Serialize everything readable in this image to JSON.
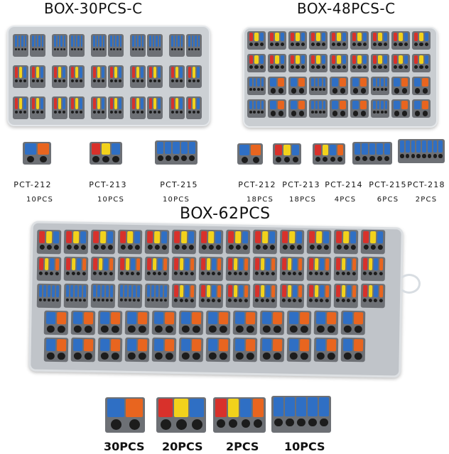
{
  "titles": {
    "box30": "BOX-30PCS-C",
    "box48": "BOX-48PCS-C",
    "box62": "BOX-62PCS"
  },
  "box30_items": [
    {
      "model": "PCT-212",
      "qty": "10PCS"
    },
    {
      "model": "PCT-213",
      "qty": "10PCS"
    },
    {
      "model": "PCT-215",
      "qty": "10PCS"
    }
  ],
  "box48_items": [
    {
      "model": "PCT-212",
      "qty": "18PCS"
    },
    {
      "model": "PCT-213",
      "qty": "18PCS"
    },
    {
      "model": "PCT-214",
      "qty": "4PCS"
    },
    {
      "model": "PCT-215",
      "qty": "6PCS"
    },
    {
      "model": "PCT-218",
      "qty": "2PCS"
    }
  ],
  "box62_items": [
    {
      "qty": "30PCS"
    },
    {
      "qty": "20PCS"
    },
    {
      "qty": "2PCS"
    },
    {
      "qty": "10PCS"
    }
  ],
  "colors": {
    "lever_blue": "#2f6fc4",
    "lever_orange": "#e8651f",
    "lever_yellow": "#f2d21b",
    "lever_red": "#d8312b",
    "housing_gray": "#6d7075"
  }
}
